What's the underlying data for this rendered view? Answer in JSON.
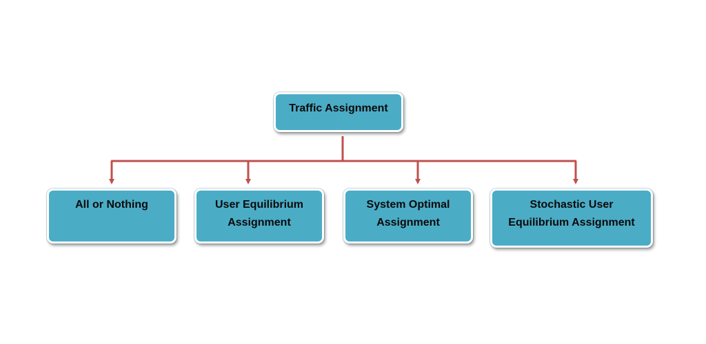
{
  "diagram": {
    "root": {
      "label": "Traffic Assignment"
    },
    "children": [
      {
        "line1": "All or Nothing",
        "line2": ""
      },
      {
        "line1": "User Equilibrium",
        "line2": "Assignment"
      },
      {
        "line1": "System Optimal",
        "line2": "Assignment"
      },
      {
        "line1": "Stochastic User",
        "line2": "Equilibrium Assignment"
      }
    ],
    "colors": {
      "box_fill": "#4bacc6",
      "connector": "#c0504d",
      "text": "#0a0a0a"
    }
  }
}
